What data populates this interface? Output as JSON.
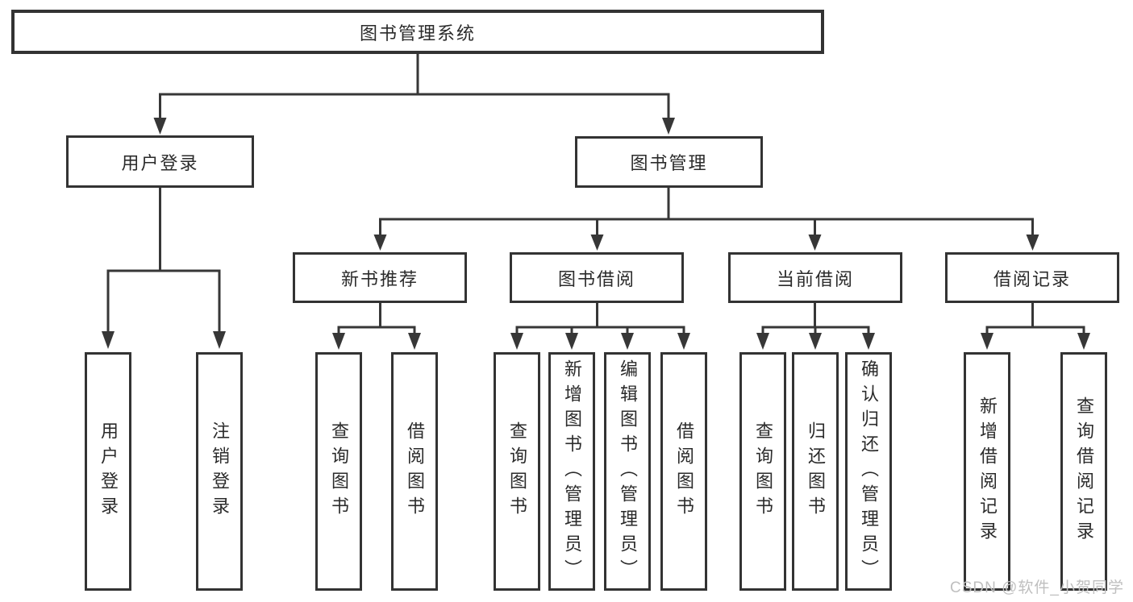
{
  "colors": {
    "line": "#373737",
    "box_border": "#333333",
    "node_text": "#2b2b2b",
    "watermark_text": "#bfbfbf",
    "background": "#ffffff"
  },
  "watermark": "CSDN @软件_小贺同学",
  "tree": {
    "root": "图书管理系统",
    "branches": [
      {
        "label": "用户登录",
        "children": [
          "用户登录",
          "注销登录"
        ]
      },
      {
        "label": "图书管理",
        "groups": [
          {
            "label": "新书推荐",
            "children": [
              "查询图书",
              "借阅图书"
            ]
          },
          {
            "label": "图书借阅",
            "children": [
              "查询图书",
              "新增图书（管理员）",
              "编辑图书（管理员）",
              "借阅图书"
            ]
          },
          {
            "label": "当前借阅",
            "children": [
              "查询图书",
              "归还图书",
              "确认归还（管理员）"
            ]
          },
          {
            "label": "借阅记录",
            "children": [
              "新增借阅记录",
              "查询借阅记录"
            ]
          }
        ]
      }
    ]
  }
}
